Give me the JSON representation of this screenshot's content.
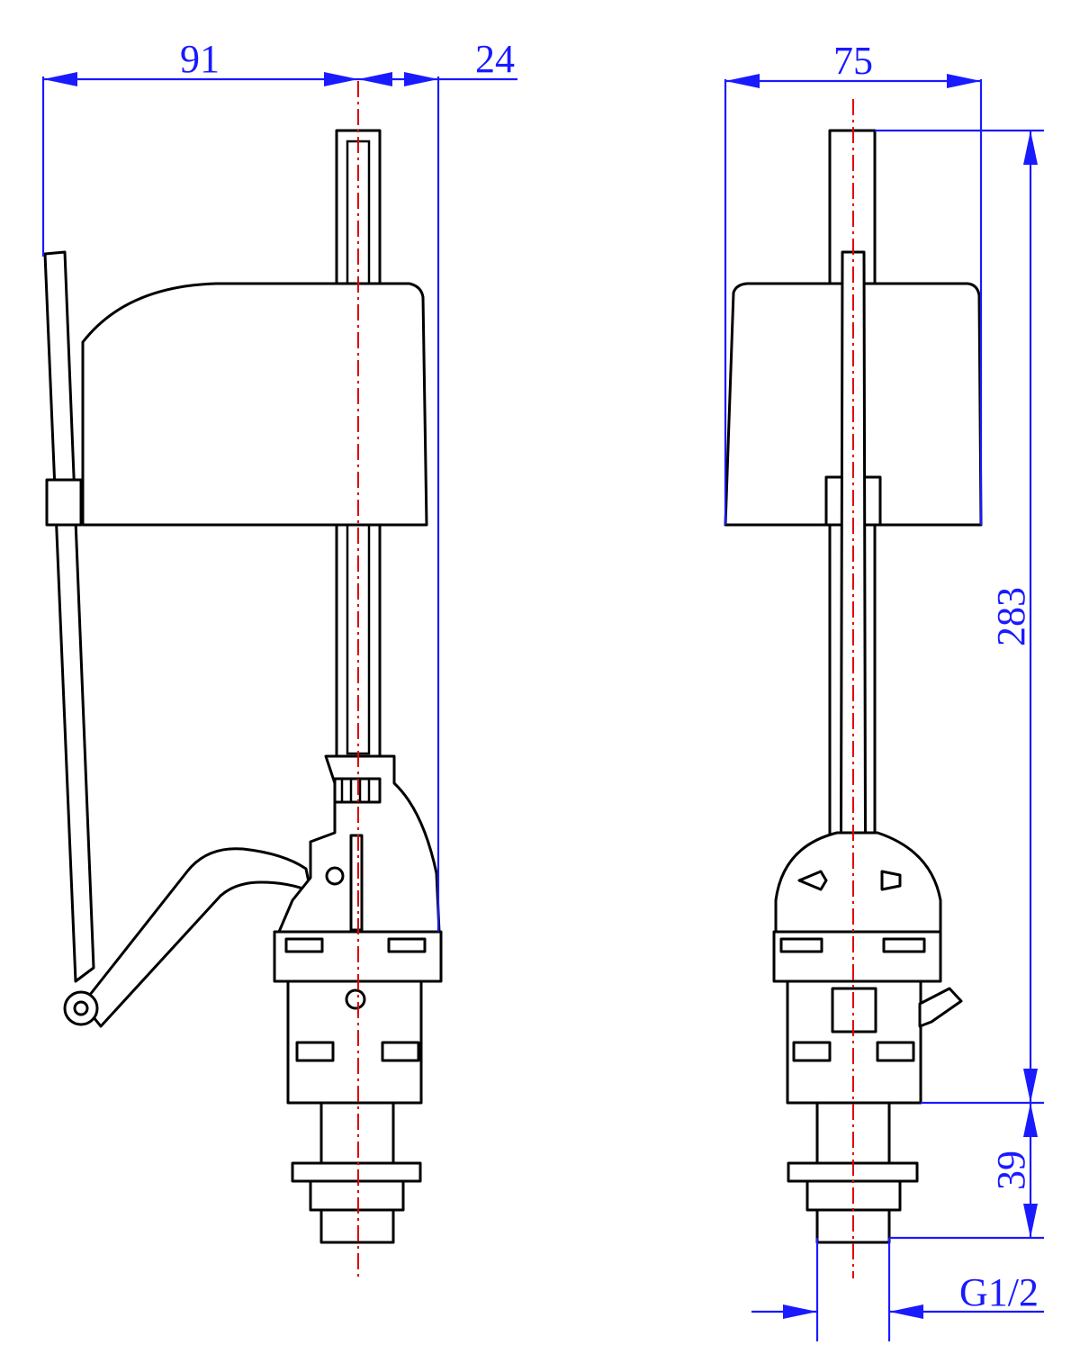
{
  "dimensions": {
    "width_left": "91",
    "offset_right": "24",
    "width_side": "75",
    "height_total": "283",
    "height_base": "39",
    "thread": "G1/2"
  },
  "colors": {
    "dimension": "#1a1aff",
    "centerline": "#e00000",
    "outline": "#000000",
    "background": "#ffffff"
  }
}
